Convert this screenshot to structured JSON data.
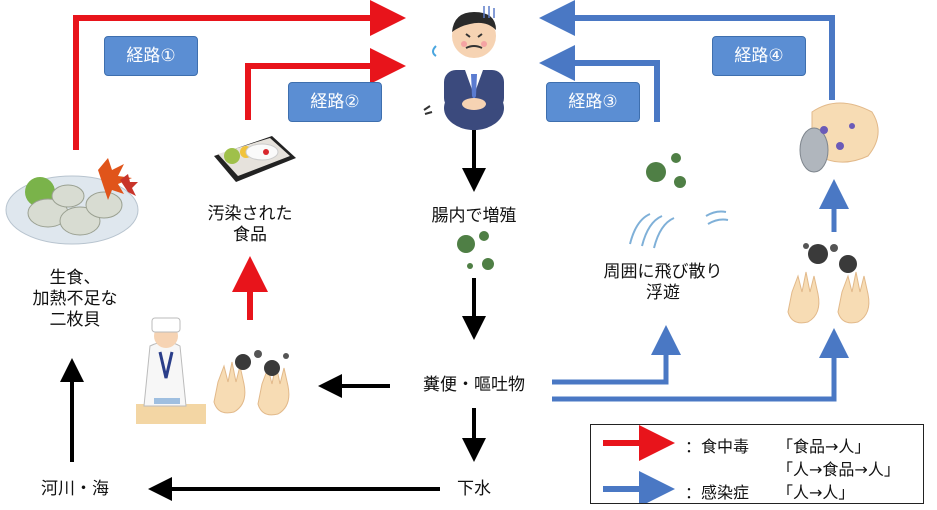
{
  "nodes": {
    "oysters": [
      "生食、",
      "加熱不足な",
      "二枚貝"
    ],
    "contaminated_food": [
      "汚染された",
      "食品"
    ],
    "intestine": "腸内で増殖",
    "scatter": [
      "周囲に飛び散り",
      "浮遊"
    ],
    "excreta": "糞便・嘔吐物",
    "sewage": "下水",
    "river_sea": "河川・海"
  },
  "routes": {
    "r1": "経路①",
    "r2": "経路②",
    "r3": "経路③",
    "r4": "経路④"
  },
  "legend": {
    "food_label": "：食中毒",
    "food_desc_1": "「食品→人」",
    "food_desc_2": "「人→食品→人」",
    "infection_label": "：感染症",
    "infection_desc": "「人→人」"
  },
  "colors": {
    "food_poisoning": "#e8141b",
    "infection": "#4a78c4",
    "flow": "#000000",
    "route_box": "#5b8ed3"
  },
  "icons": [
    "sick-man-icon",
    "oyster-platter-icon",
    "bento-box-icon",
    "cook-icon",
    "dirty-hands-icon",
    "virus-icon",
    "doorknob-icon",
    "airborne-wave-icon"
  ]
}
